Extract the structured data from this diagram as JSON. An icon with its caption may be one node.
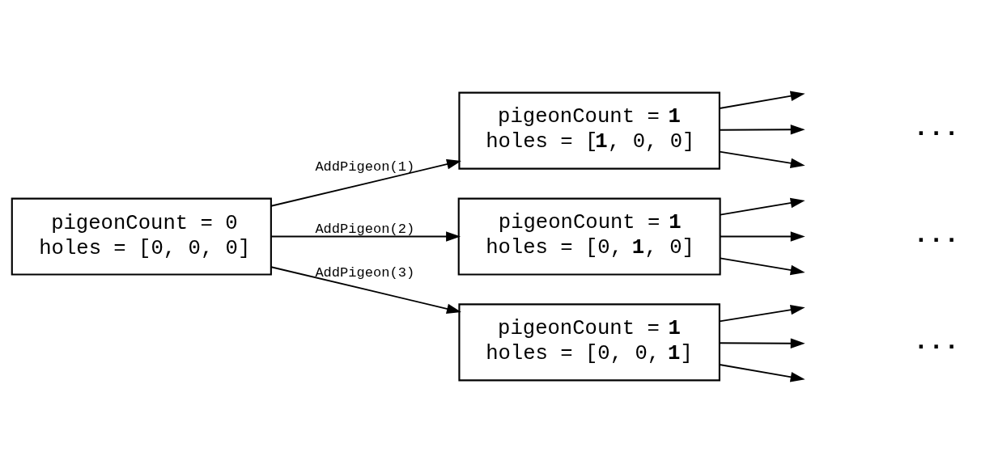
{
  "diagram": {
    "nodes": [
      {
        "text": [
          "pigeonCount = 0",
          "holes = [0, 0, 0]"
        ]
      },
      {
        "text": [
          "pigeonCount = **1**",
          "holes = [**1**, 0, 0]"
        ]
      },
      {
        "text": [
          "pigeonCount = **1**",
          "holes = [0, **1**, 0]"
        ]
      },
      {
        "text": [
          "pigeonCount = **1**",
          "holes = [0, 0, **1**]"
        ]
      }
    ],
    "edges": [
      {
        "from": 0,
        "to": 1,
        "arrow": "to",
        "label": "AddPigeon(1)"
      },
      {
        "from": 0,
        "to": 2,
        "arrow": "to",
        "label": "AddPigeon(2)"
      },
      {
        "from": 0,
        "to": 3,
        "arrow": "to",
        "label": "AddPigeon(3)"
      },
      {
        "from": 1,
        "to": null,
        "arrow": "to"
      },
      {
        "from": 1,
        "to": null,
        "arrow": "to"
      },
      {
        "from": 1,
        "to": null,
        "arrow": "to"
      },
      {
        "from": 2,
        "to": null,
        "arrow": "to"
      },
      {
        "from": 2,
        "to": null,
        "arrow": "to"
      },
      {
        "from": 2,
        "to": null,
        "arrow": "to"
      },
      {
        "from": 3,
        "to": null,
        "arrow": "to"
      },
      {
        "from": 3,
        "to": null,
        "arrow": "to"
      },
      {
        "from": 3,
        "to": null,
        "arrow": "to"
      }
    ],
    "labels": [
      "...",
      "...",
      "..."
    ]
  }
}
